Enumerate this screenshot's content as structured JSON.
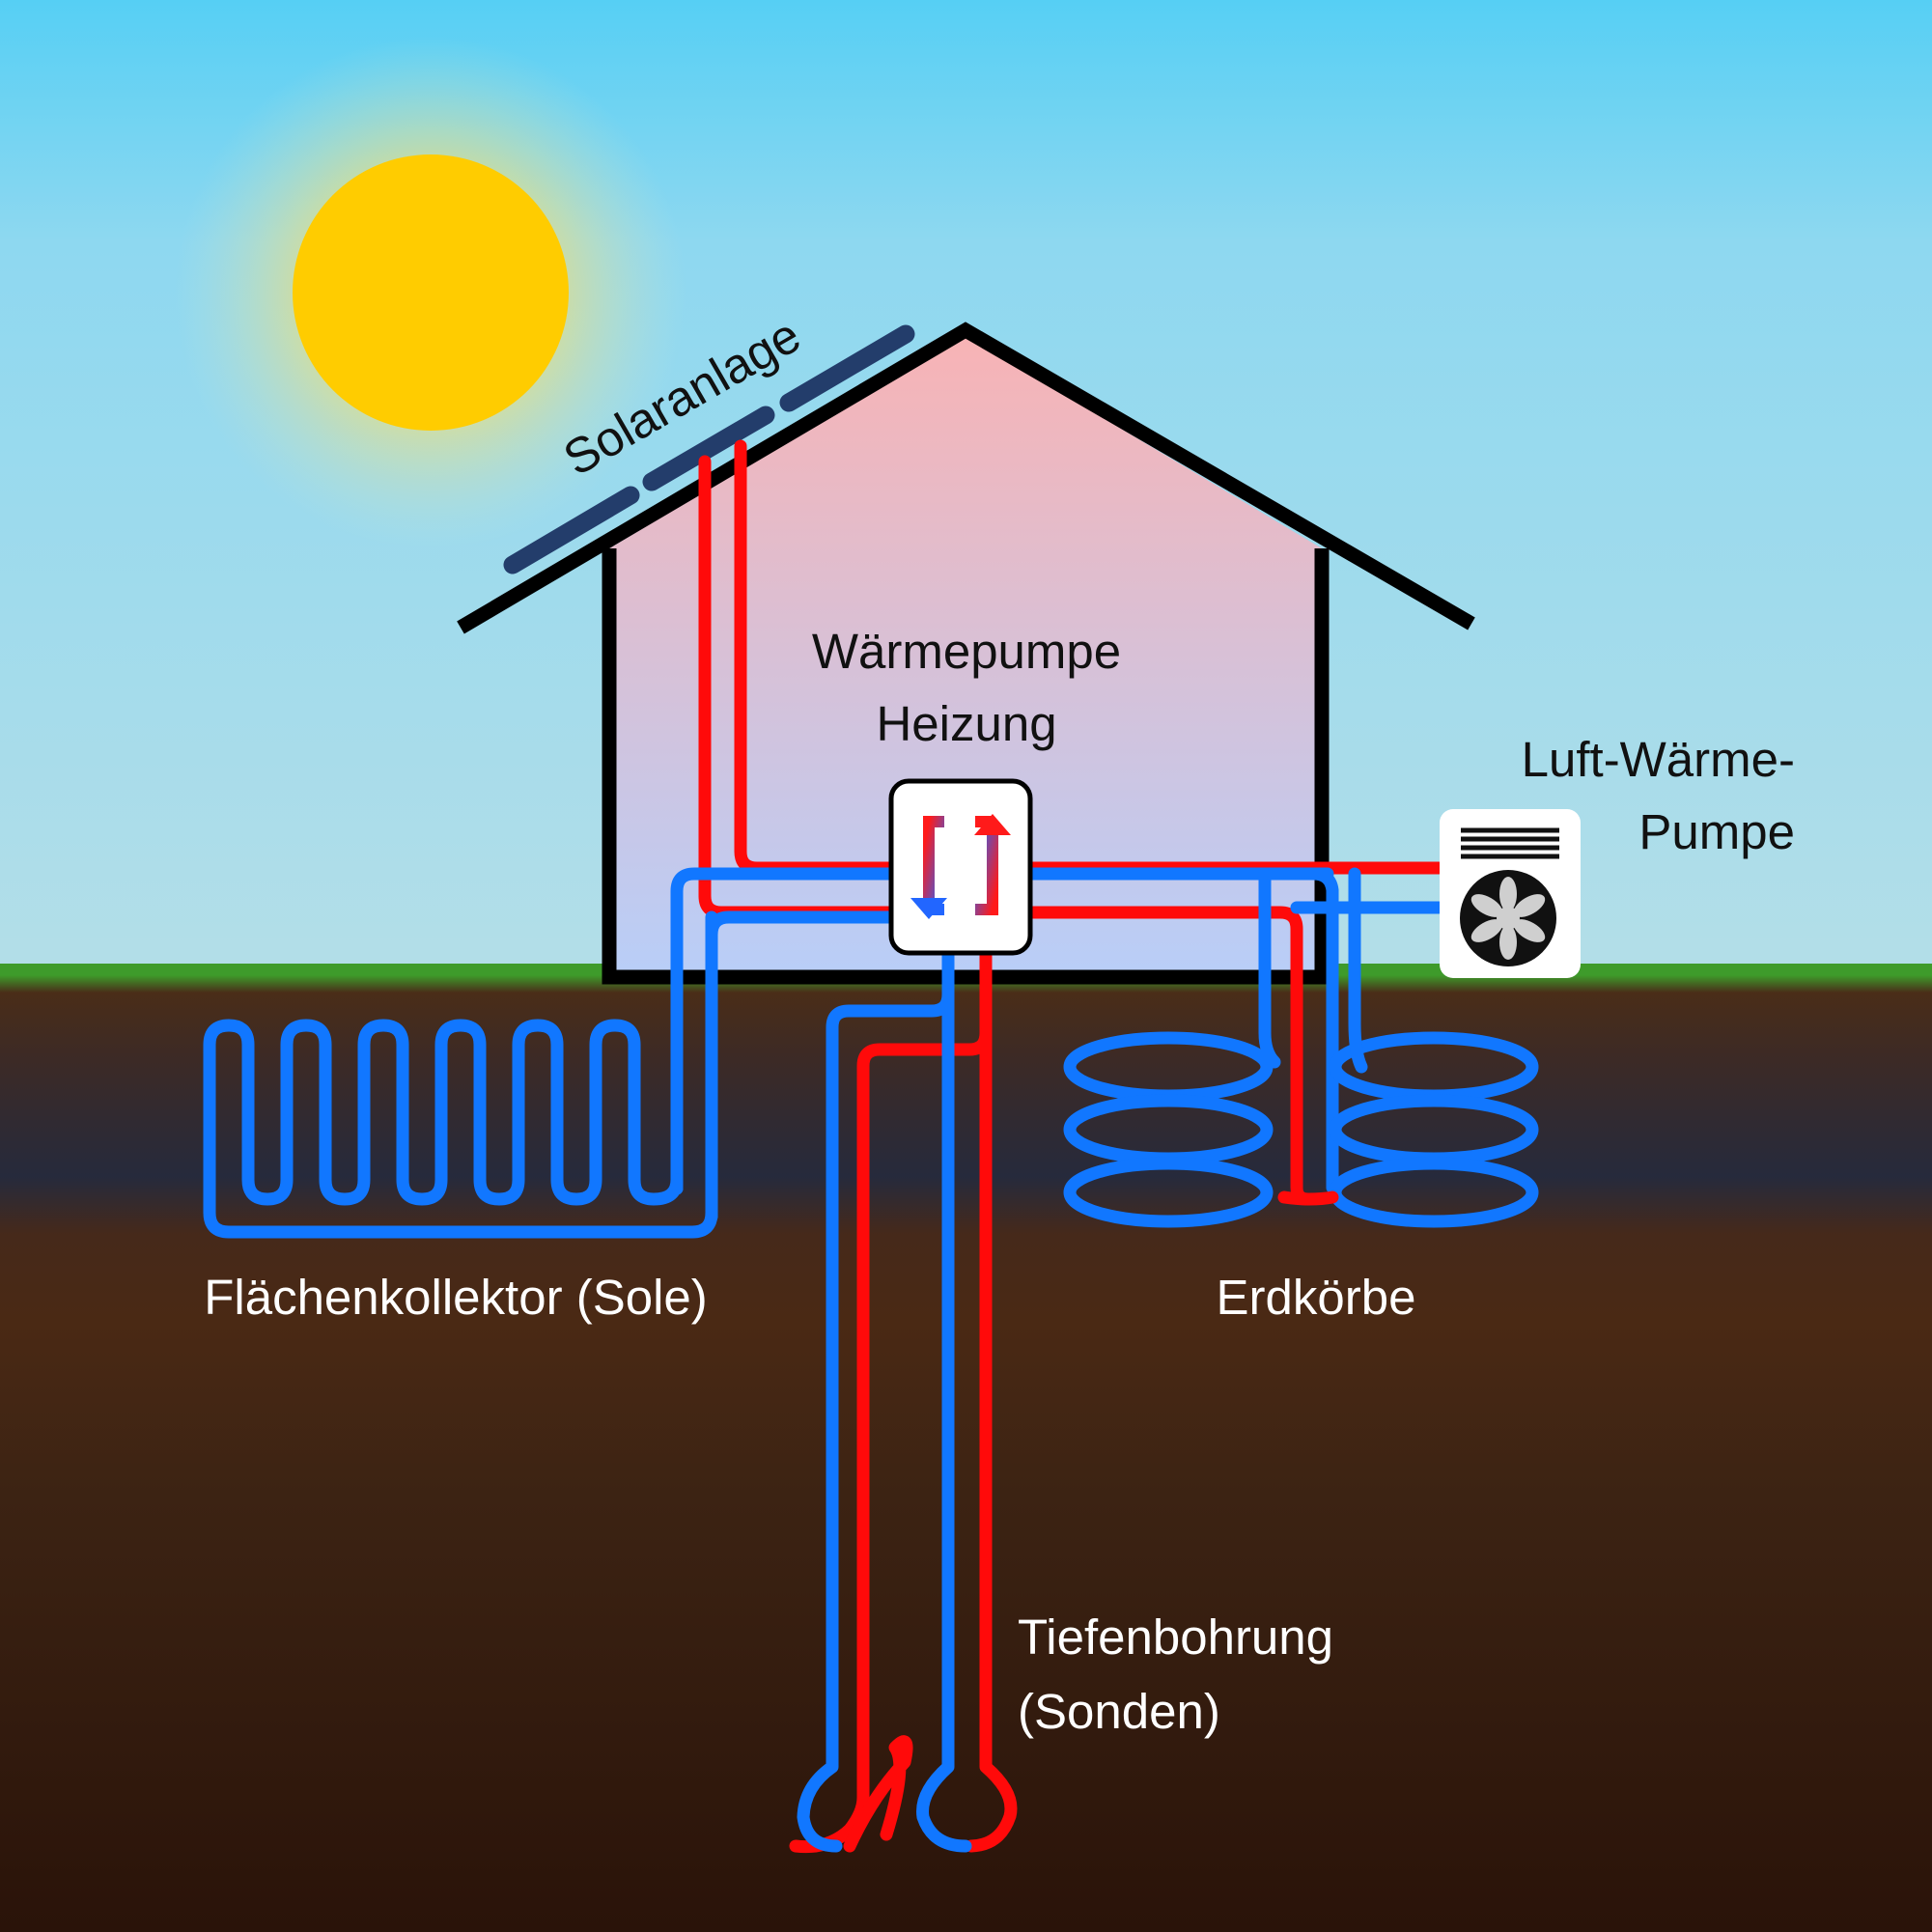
{
  "labels": {
    "solar": "Solaranlage",
    "heatpump_line1": "Wärmepumpe",
    "heatpump_line2": "Heizung",
    "air_pump_line1": "Luft-Wärme-",
    "air_pump_line2": "Pumpe",
    "flat_collector": "Flächenkollektor (Sole)",
    "earth_baskets": "Erdkörbe",
    "borehole_line1": "Tiefenbohrung",
    "borehole_line2": "(Sonden)"
  },
  "colors": {
    "sky_top": "#56CFF4",
    "sky_bottom": "#AEDCE9",
    "sun": "#FFCC00",
    "grass": "#3E9B2B",
    "soil_top": "#4A2D18",
    "soil_mid": "#262A3C",
    "soil_bottom": "#2C150A",
    "house_top": "#F8B3B5",
    "house_bottom": "#B8CEF8",
    "pipe_cold": "#1177FF",
    "pipe_hot": "#FF0A0A",
    "solar_panel": "#233D6B",
    "outline": "#000000"
  },
  "icons": {
    "heat_exchanger": "circular-arrows-icon",
    "air_unit_fan": "fan-icon",
    "air_unit_grille": "vent-grille-icon",
    "sun": "sun-icon"
  }
}
